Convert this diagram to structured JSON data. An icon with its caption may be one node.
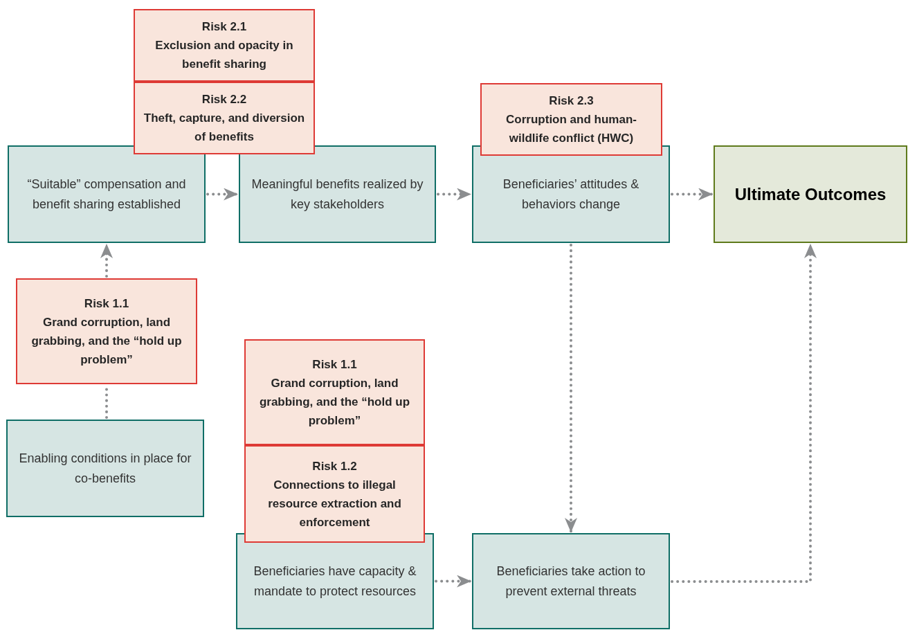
{
  "diagram": {
    "nodes": [
      {
        "text": [
          "Risk 2.1",
          "Exclusion and opacity in benefit sharing"
        ]
      },
      {
        "text": [
          "Risk 2.2",
          "Theft, capture, and diversion of benefits"
        ]
      },
      {
        "text": [
          "Risk 2.3",
          "Corruption and human-wildlife conflict (HWC)"
        ]
      },
      {
        "text": [
          "“Suitable” compensation and benefit sharing established"
        ]
      },
      {
        "text": [
          "Meaningful benefits realized by key stakeholders"
        ]
      },
      {
        "text": [
          "Beneficiaries’ attitudes & behaviors change"
        ]
      },
      {
        "text": [
          "Ultimate Outcomes"
        ]
      },
      {
        "text": [
          "Risk 1.1",
          "Grand corruption, land grabbing, and the “hold up problem”"
        ]
      },
      {
        "text": [
          "Risk 1.1",
          "Grand corruption, land grabbing, and the “hold up problem”"
        ]
      },
      {
        "text": [
          "Enabling conditions in place for co-benefits"
        ]
      },
      {
        "text": [
          "Risk 1.2",
          "Connections to illegal resource extraction and enforcement"
        ]
      },
      {
        "text": [
          "Beneficiaries have capacity & mandate to protect resources"
        ]
      },
      {
        "text": [
          "Beneficiaries take action to prevent external threats"
        ]
      }
    ],
    "edges": [
      {
        "from": 3,
        "to": 4,
        "arrow": "to"
      },
      {
        "from": 4,
        "to": 5,
        "arrow": "to"
      },
      {
        "from": 5,
        "to": 6,
        "arrow": "to"
      },
      {
        "from": 9,
        "to": 7,
        "arrow": "none"
      },
      {
        "from": 7,
        "to": 3,
        "arrow": "to"
      },
      {
        "from": 5,
        "to": 12,
        "arrow": "to"
      },
      {
        "from": 11,
        "to": 12,
        "arrow": "to"
      },
      {
        "from": 12,
        "to": 6,
        "arrow": "to"
      }
    ]
  }
}
